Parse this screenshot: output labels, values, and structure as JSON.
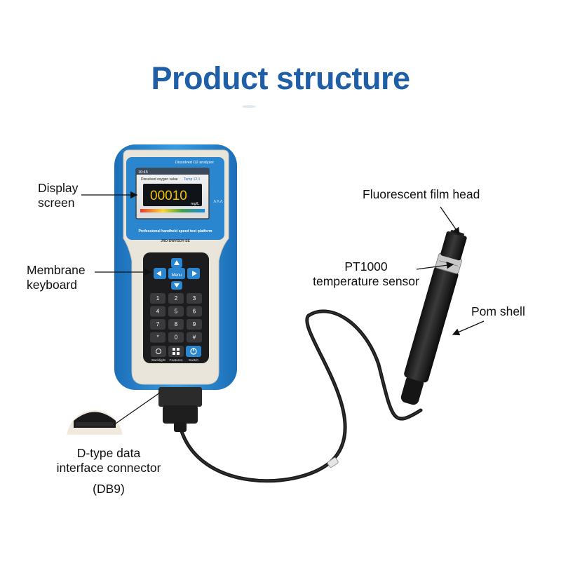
{
  "title": "Product structure",
  "labels": {
    "display_screen": [
      "Display",
      "screen"
    ],
    "membrane_keyboard": [
      "Membrane",
      "keyboard"
    ],
    "fluorescent_film_head": "Fluorescent film head",
    "pt1000": [
      "PT1000",
      "temperature sensor"
    ],
    "pom_shell": "Pom shell",
    "d_type": [
      "D-type data",
      "interface connector",
      "(DB9)"
    ]
  },
  "device": {
    "brand_tag": "Dissolved O2 analyzer",
    "screen": {
      "time": "10:45",
      "param_label": "Dissolved oxygen value",
      "temp_label": "Temp 12.1",
      "reading": "00010",
      "unit": "mg/L"
    },
    "platform_text": "Professional handheld speed test platform",
    "model_text": "JRD-DWYSDY-SE",
    "keys": {
      "menu": "Menu",
      "digits": [
        "1",
        "2",
        "3",
        "4",
        "5",
        "6",
        "7",
        "8",
        "9",
        "*",
        "0",
        "#"
      ],
      "backlight": "Backlight",
      "features": "Features",
      "switch": "Switch"
    }
  },
  "colors": {
    "title": "#1f5fa8",
    "device_blue": "#2a86cf",
    "device_body": "#e9e5da",
    "keypad": "#1c1c1e"
  }
}
